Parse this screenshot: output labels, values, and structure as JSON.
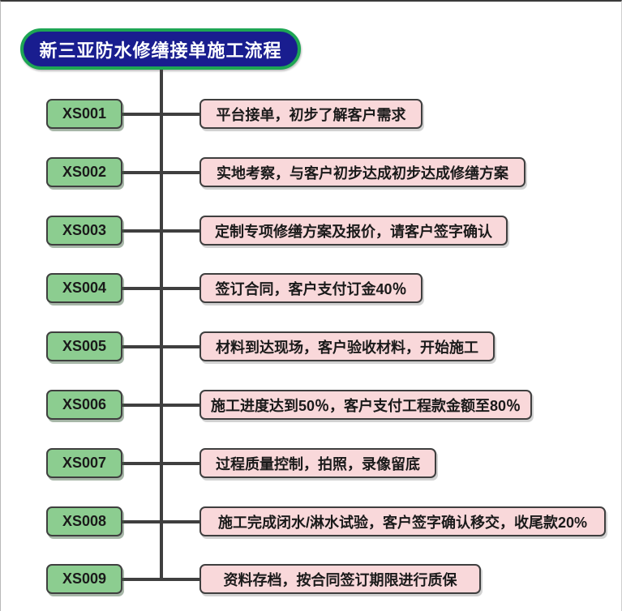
{
  "title": "新三亚防水修缮接单施工流程",
  "colors": {
    "title_bg": "#191d8f",
    "title_border": "#1ea654",
    "code_node_green": "#8ccd90",
    "step_node_pink": "#f9d8da",
    "node_border": "#3f3f3f",
    "line": "#3f3f3f"
  },
  "steps": [
    {
      "code": "XS001",
      "label": "平台接单，初步了解客户需求"
    },
    {
      "code": "XS002",
      "label": "实地考察，与客户初步达成初步达成修缮方案"
    },
    {
      "code": "XS003",
      "label": "定制专项修缮方案及报价，请客户签字确认"
    },
    {
      "code": "XS004",
      "label": "签订合同，客户支付订金40％"
    },
    {
      "code": "XS005",
      "label": "材料到达现场，客户验收材料，开始施工"
    },
    {
      "code": "XS006",
      "label": "施工进度达到50％，客户支付工程款金额至80％"
    },
    {
      "code": "XS007",
      "label": "过程质量控制，拍照，录像留底"
    },
    {
      "code": "XS008",
      "label": "施工完成闭水/淋水试验，客户签字确认移交，收尾款20%"
    },
    {
      "code": "XS009",
      "label": "资料存档，按合同签订期限进行质保"
    }
  ]
}
